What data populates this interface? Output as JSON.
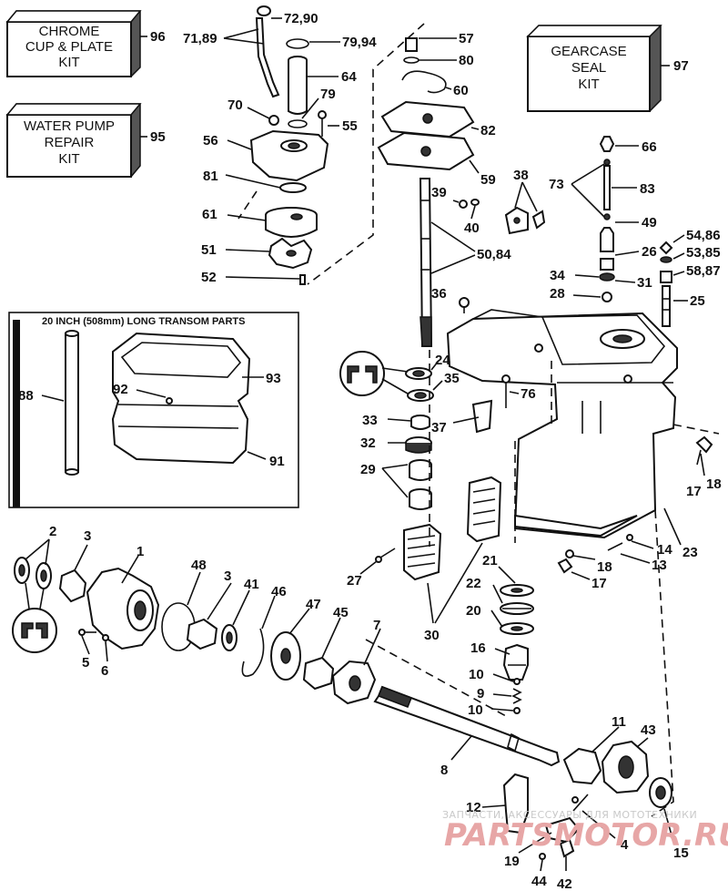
{
  "kits": {
    "chrome": {
      "lines": [
        "CHROME",
        "CUP & PLATE",
        "KIT"
      ],
      "number": "96"
    },
    "water_pump": {
      "lines": [
        "WATER PUMP",
        "REPAIR",
        "KIT"
      ],
      "number": "95"
    },
    "gearcase": {
      "lines": [
        "GEARCASE",
        "SEAL",
        "KIT"
      ],
      "number": "97"
    }
  },
  "transom": {
    "title": "20 INCH (508mm) LONG TRANSOM PARTS"
  },
  "callouts": {
    "p72_90": "72,90",
    "p71_89": "71,89",
    "p79_94": "79,94",
    "p64": "64",
    "p79": "79",
    "p70": "70",
    "p55": "55",
    "p56": "56",
    "p81": "81",
    "p61": "61",
    "p51": "51",
    "p52": "52",
    "p57": "57",
    "p80": "80",
    "p60": "60",
    "p82": "82",
    "p59": "59",
    "p39": "39",
    "p40": "40",
    "p38": "38",
    "p50_84": "50,84",
    "p36": "36",
    "p66": "66",
    "p73": "73",
    "p83": "83",
    "p49": "49",
    "p54_86": "54,86",
    "p26": "26",
    "p53_85": "53,85",
    "p58_87": "58,87",
    "p34": "34",
    "p31": "31",
    "p28": "28",
    "p25": "25",
    "p88": "88",
    "p92": "92",
    "p93": "93",
    "p91": "91",
    "p24": "24",
    "p35": "35",
    "p76": "76",
    "p33": "33",
    "p37": "37",
    "p32": "32",
    "p29": "29",
    "p18a": "18",
    "p17a": "17",
    "p23": "23",
    "p14": "14",
    "p13": "13",
    "p18b": "18",
    "p17b": "17",
    "p27": "27",
    "p21": "21",
    "p22": "22",
    "p20": "20",
    "p2": "2",
    "p3a": "3",
    "p1": "1",
    "p48": "48",
    "p3b": "3",
    "p41": "41",
    "p46": "46",
    "p47": "47",
    "p45": "45",
    "p7": "7",
    "p16": "16",
    "p5": "5",
    "p6": "6",
    "p30": "30",
    "p10a": "10",
    "p9": "9",
    "p10b": "10",
    "p11": "11",
    "p43": "43",
    "p8": "8",
    "p12": "12",
    "p4": "4",
    "p19": "19",
    "p15": "15",
    "p44": "44",
    "p42": "42"
  },
  "watermark": {
    "tagline": "ЗАПЧАСТИ, АКСЕССУАРЫ ДЛЯ МОТОТЕХНИКИ",
    "brand": "PARTSMOTOR.RU"
  }
}
